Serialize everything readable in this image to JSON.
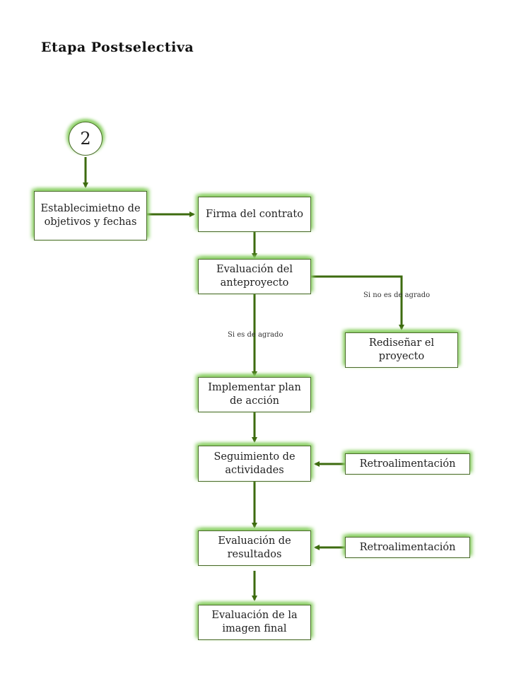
{
  "title": "Etapa Postselectiva",
  "start_node": "2",
  "colors": {
    "connector": "#3d6b0f",
    "glow": "#8fd16a",
    "border": "#4a6a2a"
  },
  "nodes": {
    "establecimiento": "Establecimietno de objetivos y fechas",
    "firma": "Firma del contrato",
    "evaluacion_anteproyecto": "Evaluación del anteproyecto",
    "redisenar": "Rediseñar el proyecto",
    "implementar": "Implementar plan de acción",
    "seguimiento": "Seguimiento de actividades",
    "retro_1": "Retroalimentación",
    "evaluacion_resultados": "Evaluación de resultados",
    "retro_2": "Retroalimentación",
    "evaluacion_imagen": "Evaluación de la imagen final"
  },
  "edge_labels": {
    "no_agrado": "Si no es de agrado",
    "si_agrado": "Si es de agrado"
  }
}
